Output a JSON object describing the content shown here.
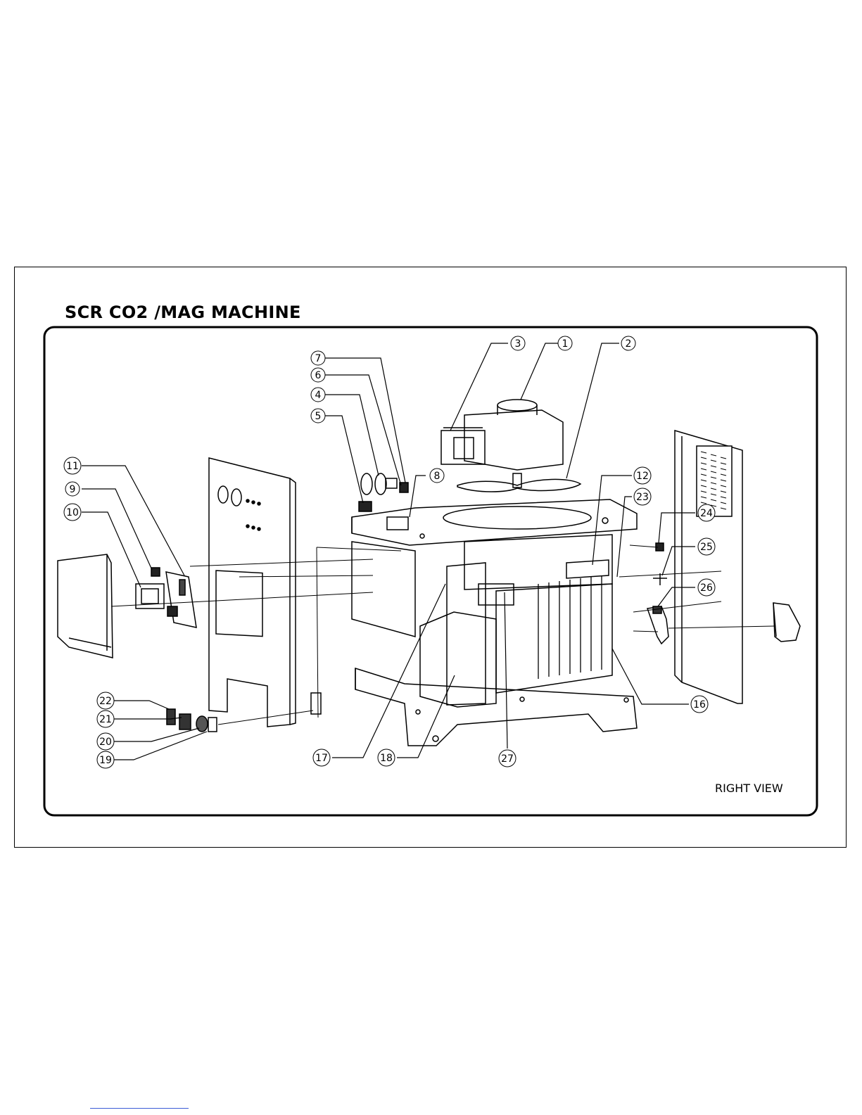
{
  "title": "SCR CO2 /MAG MACHINE",
  "view_label": "RIGHT VIEW",
  "callouts": [
    {
      "label": "①",
      "part": "1"
    },
    {
      "label": "②",
      "part": "2"
    },
    {
      "label": "③",
      "part": "3"
    },
    {
      "label": "④",
      "part": "4"
    },
    {
      "label": "⑤",
      "part": "5"
    },
    {
      "label": "⑥",
      "part": "6"
    },
    {
      "label": "⑦",
      "part": "7"
    },
    {
      "label": "⑧",
      "part": "8"
    },
    {
      "label": "⑨",
      "part": "9"
    },
    {
      "label": "⑩",
      "part": "10"
    },
    {
      "label": "⑪",
      "part": "11"
    },
    {
      "label": "⑫",
      "part": "12"
    },
    {
      "label": "⑯",
      "part": "16"
    },
    {
      "label": "⑰",
      "part": "17"
    },
    {
      "label": "⑱",
      "part": "18"
    },
    {
      "label": "⑲",
      "part": "19"
    },
    {
      "label": "⑳",
      "part": "20"
    },
    {
      "label": "㉑",
      "part": "21"
    },
    {
      "label": "㉒",
      "part": "22"
    },
    {
      "label": "㉓",
      "part": "23"
    },
    {
      "label": "㉔",
      "part": "24"
    },
    {
      "label": "㉕",
      "part": "25"
    },
    {
      "label": "㉖",
      "part": "26"
    },
    {
      "label": "㉗",
      "part": "27"
    }
  ]
}
